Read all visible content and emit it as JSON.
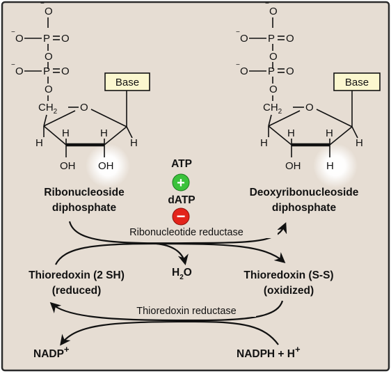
{
  "colors": {
    "background": "#e6ddd3",
    "frame": "#2b2b2b",
    "activator": "#3bc23b",
    "inhibitor": "#e3241b",
    "glow": "#ffffff"
  },
  "ribo": {
    "p1": {
      "o_top": "O",
      "o_top_charge": "−",
      "o_left": "O",
      "o_left_charge": "−",
      "p": "P",
      "o_right": "O"
    },
    "bridge_o": "O",
    "p2": {
      "o_left": "O",
      "o_left_charge": "−",
      "p": "P",
      "o_right": "O"
    },
    "ester_o": "O",
    "ch2": "CH",
    "ch2_sub": "2",
    "ring_o": "O",
    "base": "Base",
    "h1": "H",
    "h2": "H",
    "h3": "H",
    "h4": "H",
    "oh3": "OH",
    "oh2": "OH",
    "name_line1": "Ribonucleoside",
    "name_line2": "diphosphate"
  },
  "deoxy": {
    "p1": {
      "o_top": "O",
      "o_top_charge": "−",
      "o_left": "O",
      "o_left_charge": "−",
      "p": "P",
      "o_right": "O"
    },
    "bridge_o": "O",
    "p2": {
      "o_left": "O",
      "o_left_charge": "−",
      "p": "P",
      "o_right": "O"
    },
    "ester_o": "O",
    "ch2": "CH",
    "ch2_sub": "2",
    "ring_o": "O",
    "base": "Base",
    "h1": "H",
    "h2": "H",
    "h3": "H",
    "h4": "H",
    "oh3": "OH",
    "h2prime": "H",
    "name_line1": "Deoxyribonucleoside",
    "name_line2": "diphosphate"
  },
  "regulation": {
    "activator": "ATP",
    "activator_sign": "+",
    "inhibitor": "dATP",
    "inhibitor_sign": "−"
  },
  "enzymes": {
    "rnr": "Ribonucleotide reductase",
    "trxr": "Thioredoxin reductase"
  },
  "water": {
    "h": "H",
    "sub": "2",
    "o": "O"
  },
  "thioredoxin_reduced": {
    "line1": "Thioredoxin (2 SH)",
    "line2": "(reduced)"
  },
  "thioredoxin_oxidized": {
    "line1": "Thioredoxin (S-S)",
    "line2": "(oxidized)"
  },
  "nadp": {
    "label": "NADP",
    "sup": "+"
  },
  "nadph": {
    "label": "NADPH + H",
    "sup": "+"
  }
}
